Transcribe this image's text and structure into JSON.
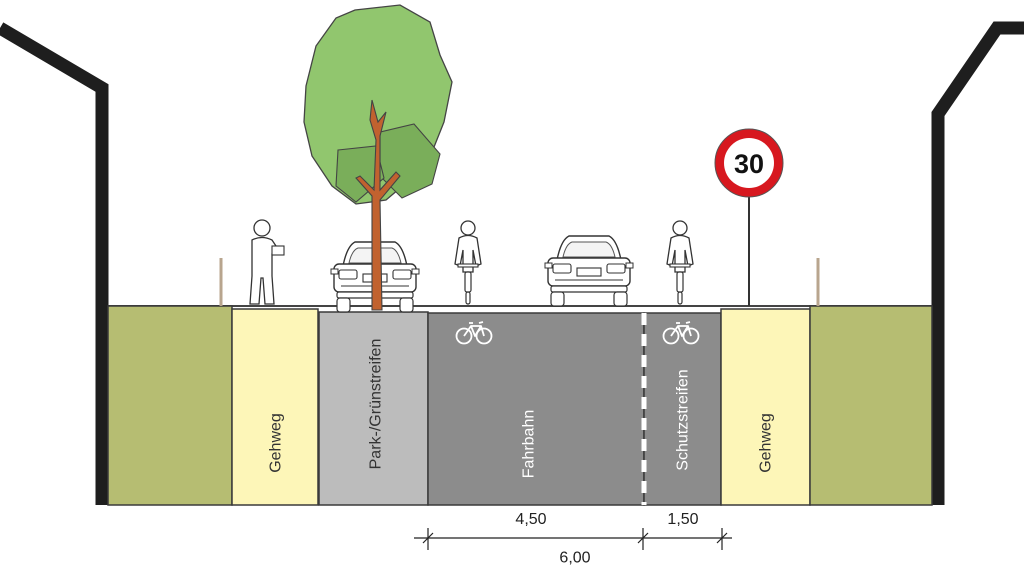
{
  "zones": [
    {
      "id": "green-left",
      "label": "",
      "color": "#b6bd72"
    },
    {
      "id": "sidewalk-left",
      "label": "Gehweg",
      "color": "#fdf6b8"
    },
    {
      "id": "park-green-strip",
      "label": "Park-/Grünstreifen",
      "color": "#bcbcbc"
    },
    {
      "id": "roadway",
      "label": "Fahrbahn",
      "color": "#8c8c8c"
    },
    {
      "id": "protective-strip",
      "label": "Schutzstreifen",
      "color": "#8c8c8c"
    },
    {
      "id": "sidewalk-right",
      "label": "Gehweg",
      "color": "#fdf6b8"
    },
    {
      "id": "green-right",
      "label": "",
      "color": "#b6bd72"
    }
  ],
  "dimensions": {
    "roadway_width": "4,50",
    "protective_strip_width": "1,50",
    "total_width": "6,00"
  },
  "speed_sign": {
    "value": "30",
    "ring_color": "#d7181f"
  },
  "colors": {
    "building": "#1e1e1e",
    "tree_light": "#91c66e",
    "tree_dark": "#7aae5a",
    "trunk": "#c1622f",
    "marking": "#ffffff"
  },
  "icons": [
    "bicycle-marking-icon",
    "car-icon",
    "cyclist-icon",
    "pedestrian-icon",
    "tree-icon",
    "speed-limit-sign-icon",
    "building-icon"
  ]
}
